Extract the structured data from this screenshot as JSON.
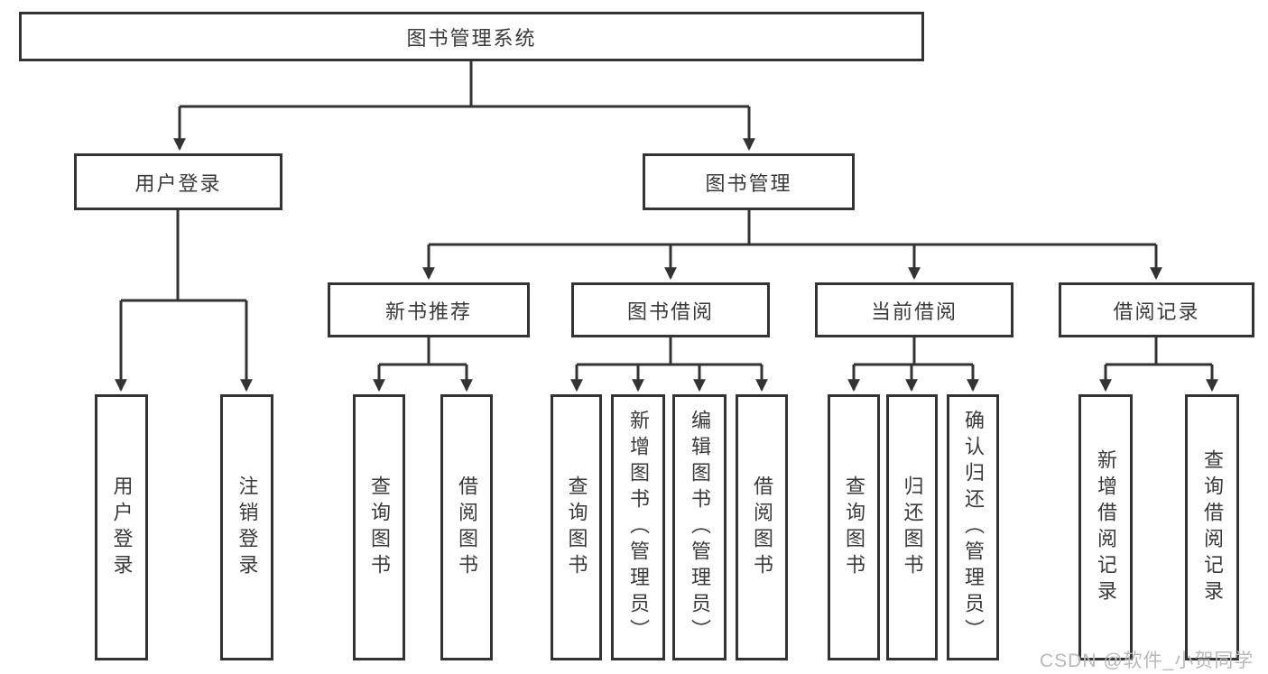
{
  "diagram": {
    "type": "tree",
    "title": "图书管理系统",
    "colors": {
      "line": "#333333",
      "text": "#3a3a3a",
      "background": "#ffffff",
      "watermark": "#b9b9b9"
    },
    "root": {
      "label": "图书管理系统",
      "children": [
        {
          "label": "用户登录",
          "children": [
            {
              "label": "用户登录"
            },
            {
              "label": "注销登录"
            }
          ]
        },
        {
          "label": "图书管理",
          "children": [
            {
              "label": "新书推荐",
              "children": [
                {
                  "label": "查询图书"
                },
                {
                  "label": "借阅图书"
                }
              ]
            },
            {
              "label": "图书借阅",
              "children": [
                {
                  "label": "查询图书"
                },
                {
                  "label": "新增图书（管理员）"
                },
                {
                  "label": "编辑图书（管理员）"
                },
                {
                  "label": "借阅图书"
                }
              ]
            },
            {
              "label": "当前借阅",
              "children": [
                {
                  "label": "查询图书"
                },
                {
                  "label": "归还图书"
                },
                {
                  "label": "确认归还（管理员）"
                }
              ]
            },
            {
              "label": "借阅记录",
              "children": [
                {
                  "label": "新增借阅记录"
                },
                {
                  "label": "查询借阅记录"
                }
              ]
            }
          ]
        }
      ]
    },
    "watermark": "CSDN @软件_小贺同学"
  }
}
